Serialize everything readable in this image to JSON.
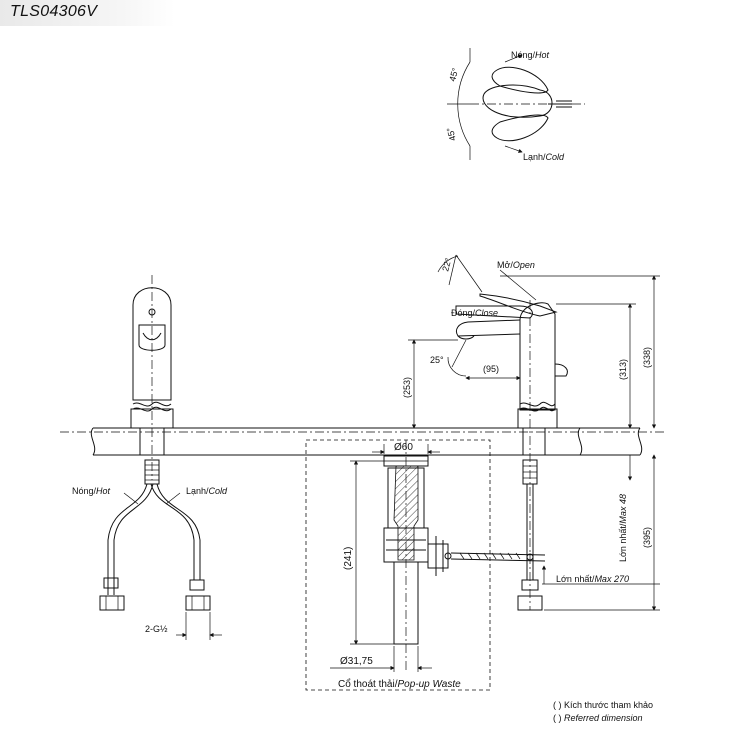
{
  "model": "TLS04306V",
  "top_view": {
    "hot_label": "Nóng/",
    "hot_label_en": "Hot",
    "cold_label": "Lạnh/",
    "cold_label_en": "Cold",
    "angle_hot": "45°",
    "angle_cold": "45°"
  },
  "side_view": {
    "open_label": "Mở/",
    "open_label_en": "Open",
    "close_label": "Đóng/",
    "close_label_en": "Close",
    "angle_open": "22°",
    "angle_close": "25°",
    "dim_95": "(95)",
    "dim_253": "(253)",
    "dim_313": "(313)",
    "dim_338": "(338)",
    "dim_395": "(395)",
    "max_48_label": "Lớn nhất/",
    "max_48_label_en": "Max 48",
    "max_270_label": "Lớn nhất/",
    "max_270_label_en": "Max 270"
  },
  "front_view": {
    "hot_label": "Nóng/",
    "hot_label_en": "Hot",
    "cold_label": "Lạnh/",
    "cold_label_en": "Cold",
    "thread_label": "2-G½"
  },
  "waste": {
    "dia_60": "Ø60",
    "dim_241": "(241)",
    "dia_3175": "Ø31,75",
    "caption": "Cổ thoát thải/",
    "caption_en": "Pop-up Waste"
  },
  "notes": {
    "line1": "(  ) Kích thước tham khảo",
    "line2": "(  ) ",
    "line2_en": "Referred dimension"
  }
}
